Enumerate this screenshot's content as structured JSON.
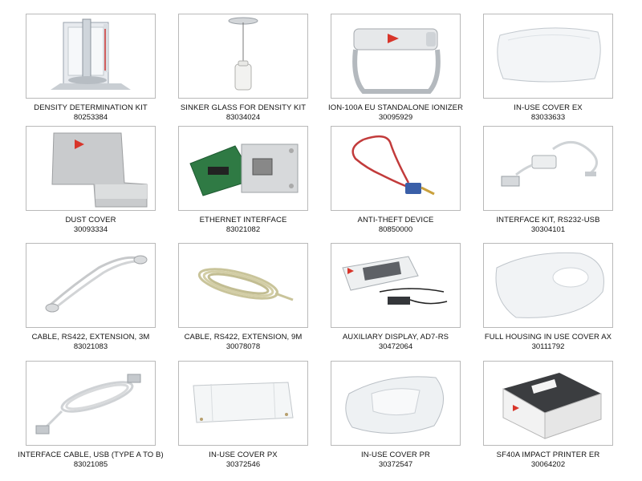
{
  "products": [
    {
      "name": "DENSITY DETERMINATION KIT",
      "code": "80253384",
      "icon": "density-kit-icon"
    },
    {
      "name": "SINKER GLASS FOR DENSITY KIT",
      "code": "83034024",
      "icon": "sinker-glass-icon"
    },
    {
      "name": "ION-100A EU STANDALONE IONIZER",
      "code": "30095929",
      "icon": "ionizer-icon"
    },
    {
      "name": "IN-USE COVER EX",
      "code": "83033633",
      "icon": "in-use-cover-icon"
    },
    {
      "name": "DUST COVER",
      "code": "30093334",
      "icon": "dust-cover-icon"
    },
    {
      "name": "ETHERNET INTERFACE",
      "code": "83021082",
      "icon": "ethernet-board-icon"
    },
    {
      "name": "ANTI-THEFT DEVICE",
      "code": "80850000",
      "icon": "cable-lock-icon"
    },
    {
      "name": "INTERFACE KIT, RS232-USB",
      "code": "30304101",
      "icon": "usb-adapter-icon"
    },
    {
      "name": "CABLE, RS422, EXTENSION, 3M",
      "code": "83021083",
      "icon": "coiled-cable-icon"
    },
    {
      "name": "CABLE, RS422, EXTENSION, 9M",
      "code": "30078078",
      "icon": "coiled-cable-icon"
    },
    {
      "name": "AUXILIARY DISPLAY, AD7-RS",
      "code": "30472064",
      "icon": "aux-display-icon"
    },
    {
      "name": "FULL HOUSING IN USE COVER AX",
      "code": "30111792",
      "icon": "housing-cover-icon"
    },
    {
      "name": "INTERFACE CABLE, USB (TYPE A TO B)",
      "code": "83021085",
      "icon": "usb-cable-icon"
    },
    {
      "name": "IN-USE COVER PX",
      "code": "30372546",
      "icon": "in-use-cover-icon"
    },
    {
      "name": "IN-USE COVER PR",
      "code": "30372547",
      "icon": "in-use-cover-icon"
    },
    {
      "name": "SF40A IMPACT PRINTER ER",
      "code": "30064202",
      "icon": "printer-icon"
    }
  ],
  "colors": {
    "border": "#b9b9b9",
    "brand_red": "#d8352a"
  }
}
